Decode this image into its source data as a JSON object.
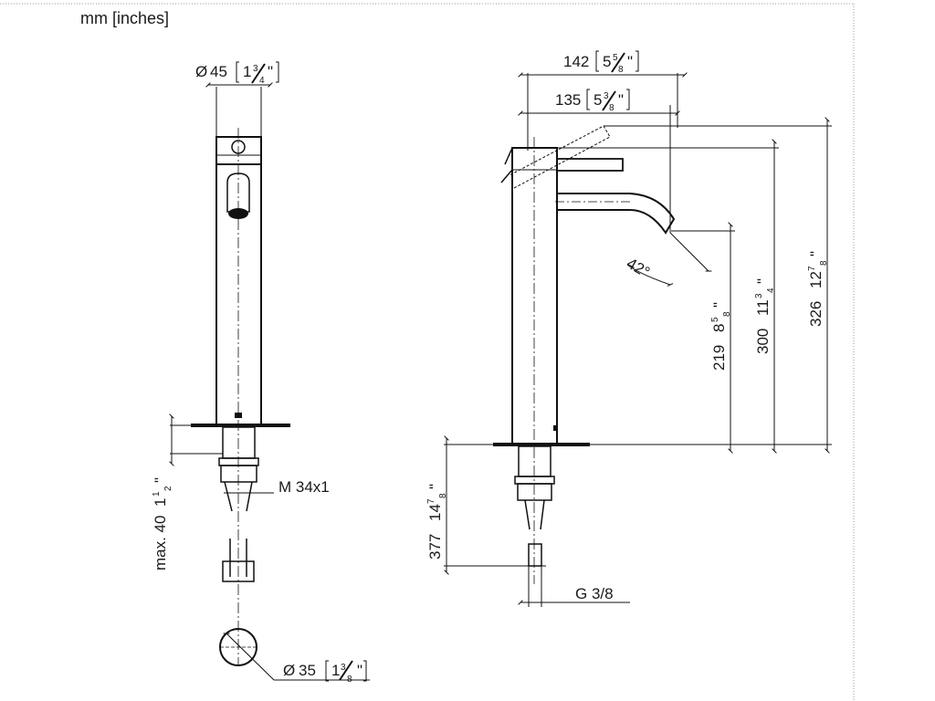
{
  "units": "mm [inches]",
  "front_view": {
    "top_diameter": {
      "symbol": "Ø",
      "mm": "45",
      "inch": "1",
      "num": "3",
      "den": "4",
      "quote": "\""
    },
    "thread": "M 34x1",
    "max_depth": {
      "prefix": "max. 40",
      "inch": "1",
      "num": "1",
      "den": "2",
      "quote": "\""
    },
    "base_diameter": {
      "symbol": "Ø",
      "mm": "35",
      "inch": "1",
      "num": "3",
      "den": "8",
      "quote": "\""
    }
  },
  "side_view": {
    "reach_total": {
      "mm": "142",
      "inch": "5",
      "num": "5",
      "den": "8",
      "quote": "\""
    },
    "reach_spout": {
      "mm": "135",
      "inch": "5",
      "num": "3",
      "den": "8",
      "quote": "\""
    },
    "angle": "42°",
    "spout_height": {
      "mm": "219",
      "inch": "8",
      "num": "5",
      "den": "8",
      "quote": "\""
    },
    "body_height": {
      "mm": "300",
      "inch": "11",
      "num": "3",
      "den": "4",
      "quote": "\""
    },
    "total_height": {
      "mm": "326",
      "inch": "12",
      "num": "7",
      "den": "8",
      "quote": "\""
    },
    "hose_length": {
      "mm": "377",
      "inch": "14",
      "num": "7",
      "den": "8",
      "quote": "\""
    },
    "connection": "G 3/8"
  }
}
